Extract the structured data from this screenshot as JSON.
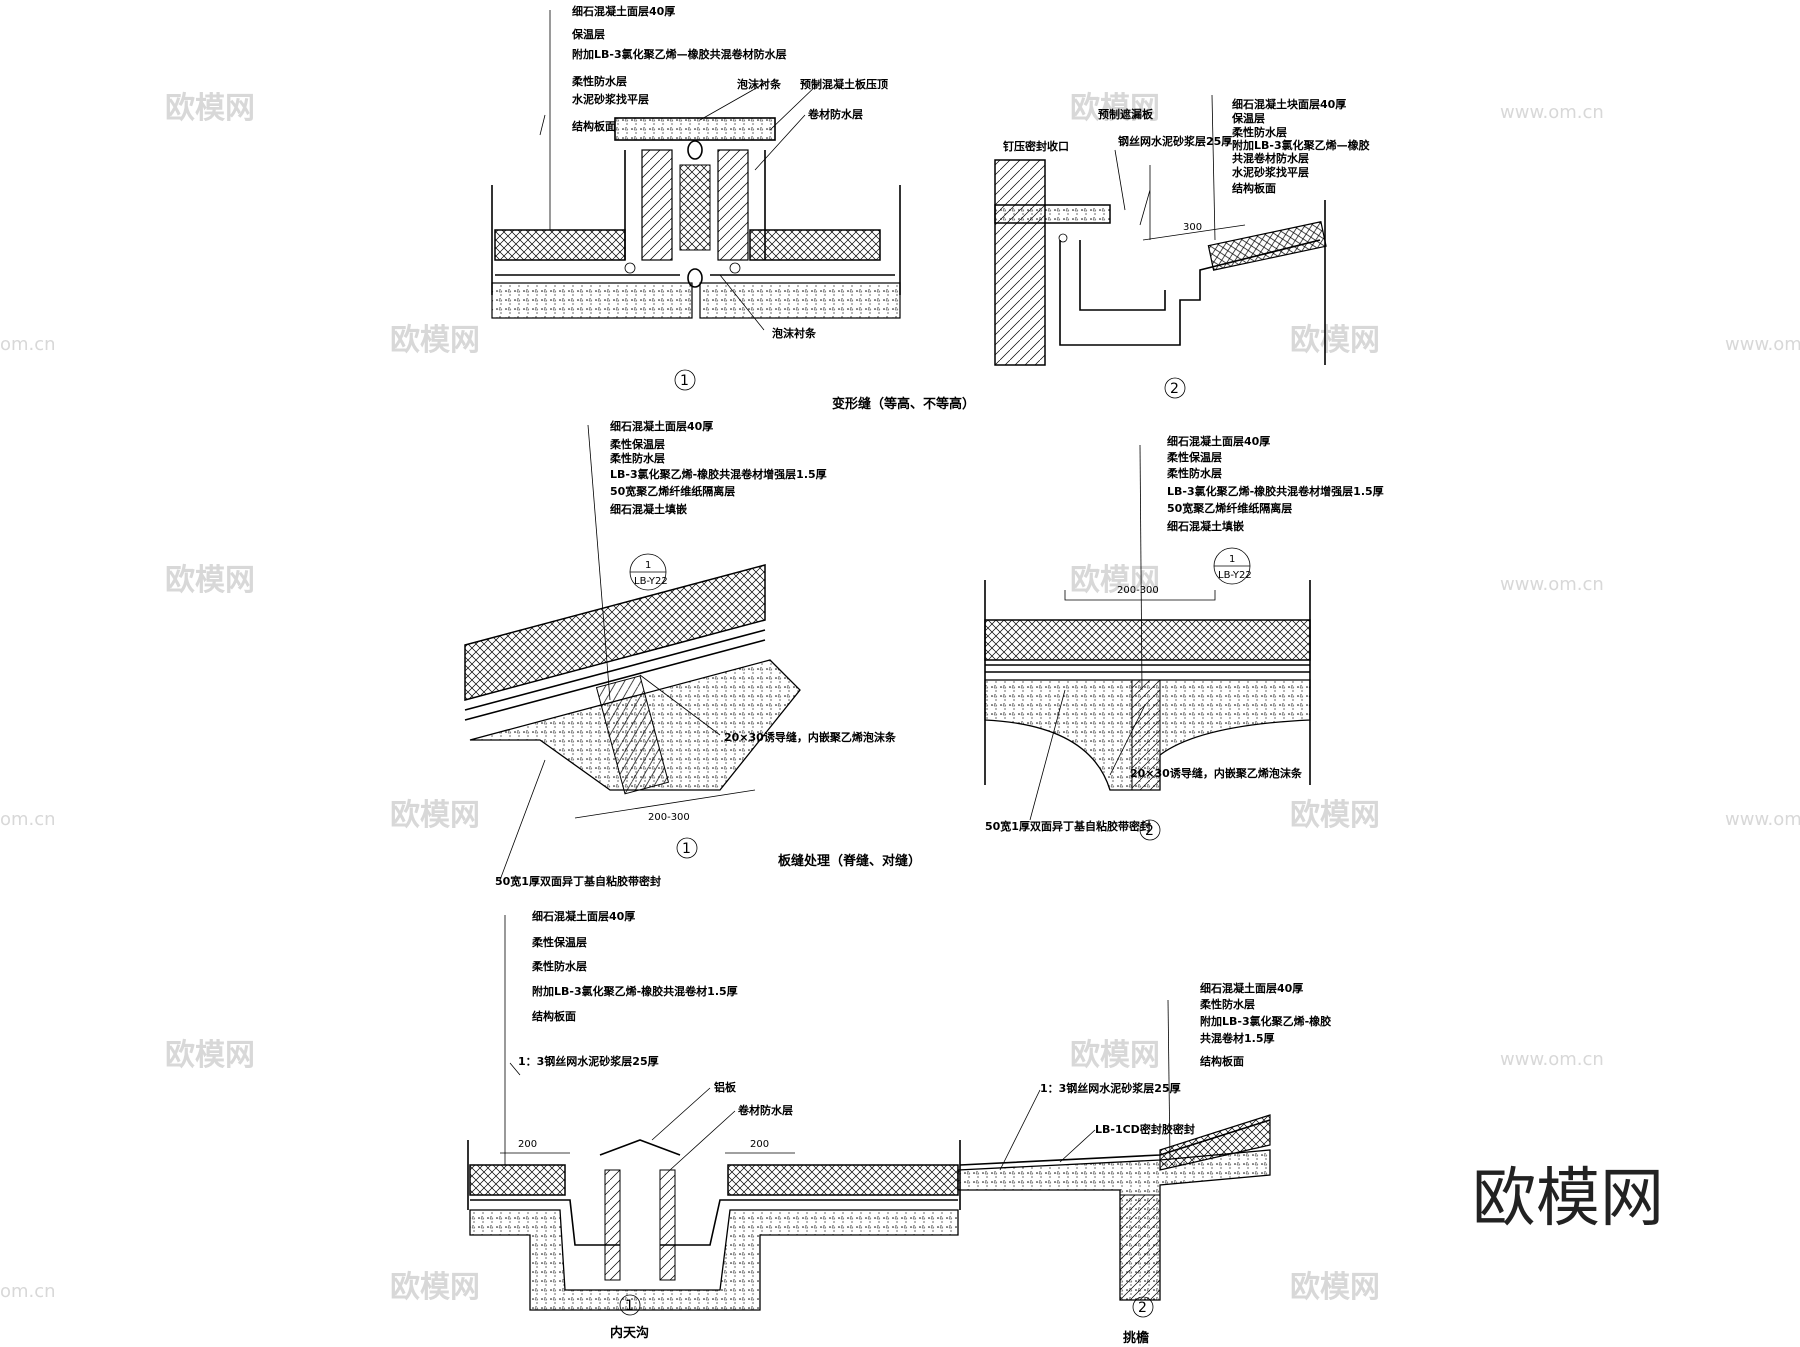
{
  "watermarks": {
    "brand_cn": "欧模网",
    "brand_url": "www.om.cn",
    "brand_url_short": "om.cn",
    "corner_logo": "欧模网"
  },
  "section_captions": {
    "deformation_joint": "变形缝（等高、不等高）",
    "panel_joint": "板缝处理（脊缝、对缝）",
    "inner_gutter": "内天沟",
    "eave": "挑檐"
  },
  "detail_numbers": {
    "top_left": "1",
    "top_right": "2",
    "mid_left": "1",
    "mid_right": "2",
    "bottom_left": "1",
    "bottom_right": "2"
  },
  "top_left": {
    "layers": [
      "细石混凝土面层40厚",
      "保温层",
      "附加LB-3氯化聚乙烯—橡胶共混卷材防水层",
      "柔性防水层",
      "水泥砂浆找平层",
      "结构板面"
    ],
    "callouts": {
      "foam": "泡沫衬条",
      "cap": "预制混凝土板压顶",
      "membrane": "卷材防水层",
      "foam_bottom": "泡沫衬条"
    }
  },
  "top_right": {
    "layers": [
      "细石混凝土块面层40厚",
      "保温层",
      "柔性防水层",
      "附加LB-3氯化聚乙烯—橡胶",
      "共混卷材防水层",
      "水泥砂浆找平层",
      "结构板面"
    ],
    "callouts": {
      "nail": "钉压密封收口",
      "cover": "预制遮漏板",
      "mortar": "钢丝网水泥砂浆层25厚"
    },
    "dim": "300"
  },
  "mid_left": {
    "layers": [
      "细石混凝土面层40厚",
      "柔性保温层",
      "柔性防水层",
      "LB-3氯化聚乙烯-橡胶共混卷材增强层1.5厚",
      "50宽聚乙烯纤维纸隔离层",
      "细石混凝土填嵌"
    ],
    "ref_top": "1",
    "ref_bottom": "LB-Y22",
    "callouts": {
      "groove": "20×30诱导缝，内嵌聚乙烯泡沫条",
      "tape": "50宽1厚双面异丁基自粘胶带密封"
    },
    "dim": "200-300"
  },
  "mid_right": {
    "layers": [
      "细石混凝土面层40厚",
      "柔性保温层",
      "柔性防水层",
      "LB-3氯化聚乙烯-橡胶共混卷材增强层1.5厚",
      "50宽聚乙烯纤维纸隔离层",
      "细石混凝土填嵌"
    ],
    "ref_top": "1",
    "ref_bottom": "LB-Y22",
    "callouts": {
      "groove": "20×30诱导缝，内嵌聚乙烯泡沫条",
      "tape": "50宽1厚双面异丁基自粘胶带密封"
    },
    "dim": "200-300"
  },
  "bottom_left": {
    "layers": [
      "细石混凝土面层40厚",
      "柔性保温层",
      "柔性防水层",
      "附加LB-3氯化聚乙烯-橡胶共混卷材1.5厚",
      "结构板面"
    ],
    "callouts": {
      "mortar": "1：3钢丝网水泥砂浆层25厚",
      "plate": "铝板",
      "membrane": "卷材防水层"
    },
    "dim_left": "200",
    "dim_right": "200"
  },
  "bottom_right": {
    "layers": [
      "细石混凝土面层40厚",
      "柔性防水层",
      "附加LB-3氯化聚乙烯-橡胶",
      "共混卷材1.5厚",
      "结构板面"
    ],
    "callouts": {
      "mortar": "1：3钢丝网水泥砂浆层25厚",
      "seal": "LB-1CD密封胶密封"
    }
  }
}
